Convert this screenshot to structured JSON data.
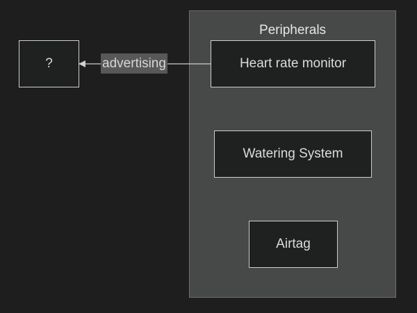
{
  "diagram": {
    "cluster": {
      "title": "Peripherals"
    },
    "nodes": {
      "unknown": "?",
      "heart_rate_monitor": "Heart rate monitor",
      "watering_system": "Watering System",
      "airtag": "Airtag"
    },
    "edges": {
      "advertising": "advertising"
    }
  },
  "colors": {
    "background": "#1e1e1e",
    "cluster_fill": "#474948",
    "node_fill": "#1f2020",
    "node_border": "#cfcfcf",
    "text": "#dcdcdc",
    "edge": "#cfcfcf",
    "edge_label_bg": "#585858"
  }
}
